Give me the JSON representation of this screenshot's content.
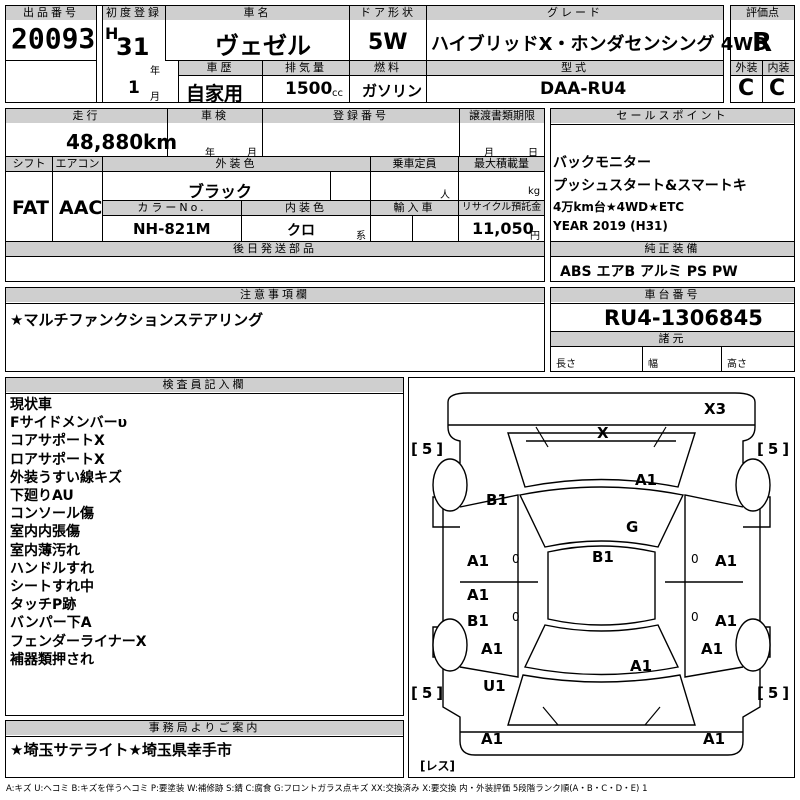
{
  "lot": {
    "label": "出品番号",
    "value": "20093"
  },
  "first_reg": {
    "label": "初度登録",
    "era": "H",
    "year": "31",
    "year_unit": "年",
    "month": "1",
    "month_unit": "月"
  },
  "car_name": {
    "label": "車名",
    "value": "ヴェゼル"
  },
  "door": {
    "label": "ドア形状",
    "value": "5W"
  },
  "grade": {
    "label": "グレード",
    "value": "ハイブリッドX・ホンダセンシング 4WD"
  },
  "score": {
    "label": "評価点",
    "value": "R",
    "ext_label": "外装",
    "int_label": "内装",
    "ext": "C",
    "int": "C"
  },
  "history": {
    "label": "車歴",
    "value": "自家用"
  },
  "displacement": {
    "label": "排気量",
    "value": "1500",
    "unit": "cc"
  },
  "fuel": {
    "label": "燃料",
    "value": "ガソリン"
  },
  "model": {
    "label": "型式",
    "value": "DAA-RU4"
  },
  "mileage": {
    "label": "走行",
    "value": "48,880",
    "unit": "km"
  },
  "inspection": {
    "label": "車検",
    "year_unit": "年",
    "month_unit": "月"
  },
  "reg_no": {
    "label": "登録番号"
  },
  "transfer": {
    "label": "譲渡書類期限",
    "month_unit": "月",
    "day_unit": "日"
  },
  "shift": {
    "label": "シフト",
    "value": "FAT"
  },
  "aircon": {
    "label": "エアコン",
    "value": "AAC"
  },
  "ext_color": {
    "label": "外装色",
    "value": "ブラック"
  },
  "capacity": {
    "label": "乗車定員",
    "unit": "人"
  },
  "max_load": {
    "label": "最大積載量",
    "unit": "kg"
  },
  "color_no": {
    "label": "カラーNo.",
    "value": "NH-821M"
  },
  "int_color": {
    "label": "内装色",
    "value": "クロ",
    "unit": "系"
  },
  "import": {
    "label": "輸入車"
  },
  "recycle": {
    "label": "リサイクル預託金",
    "value": "11,050",
    "unit": "円"
  },
  "later_parts": {
    "label": "後日発送部品"
  },
  "sales_points": {
    "label": "セールスポイント",
    "lines": [
      "バックモニター",
      "プッシュスタート&スマートキ",
      "4万km台★4WD★ETC",
      "YEAR 2019 (H31)"
    ]
  },
  "equipment": {
    "label": "純正装備",
    "value": "ABS エアB アルミ PS PW"
  },
  "notes": {
    "label": "注意事項欄",
    "value": "★マルチファンクションステアリング"
  },
  "chassis": {
    "label": "車台番号",
    "value": "RU4-1306845"
  },
  "dims": {
    "label": "諸元",
    "length": "長さ",
    "width": "幅",
    "height": "高さ"
  },
  "inspector": {
    "label": "検査員記入欄",
    "lines": [
      "現状車",
      "Fサイドメンバーυ",
      "コアサポートX",
      "ロアサポートX",
      "外装うすい線キズ",
      "下廻りAU",
      "コンソール傷",
      "室内内張傷",
      "室内薄汚れ",
      "ハンドルすれ",
      "シートすれ中",
      "タッチP跡",
      "バンパー下A",
      "フェンダーライナーX",
      "補器類押され"
    ]
  },
  "office": {
    "label": "事務局よりご案内",
    "value": "★埼玉サテライト★埼玉県幸手市"
  },
  "legend": "A:キズ U:ヘコミ B:キズを伴うヘコミ P:要塗装 W:補修跡 S:錆 C:腐食 G:フロントガラス点キズ XX:交換済み X:要交換 内・外装評価 5段階ランク順(A・B・C・D・E) 1",
  "diagram": {
    "tires": [
      "5",
      "5",
      "5",
      "5"
    ],
    "spare": "レス",
    "marks": [
      "X3",
      "X",
      "A1",
      "B1",
      "G",
      "A1",
      "B1",
      "A1",
      "A1",
      "B1",
      "A1",
      "A1",
      "A1",
      "A1",
      "U1",
      "A1",
      "A1"
    ],
    "zeros": [
      "0",
      "0",
      "0",
      "0"
    ]
  }
}
